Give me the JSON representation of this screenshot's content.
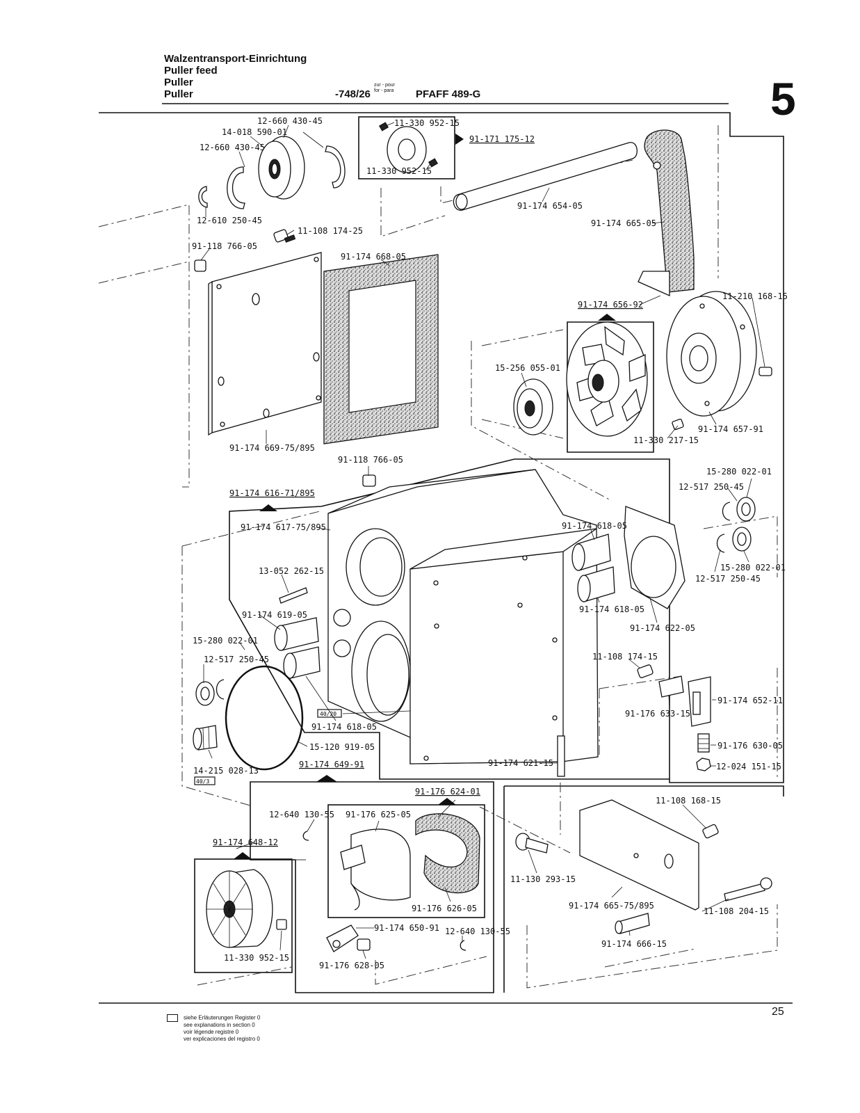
{
  "header": {
    "title_de": "Walzentransport-Einrichtung",
    "title_en": "Puller feed",
    "title_fr": "Puller",
    "title_es": "Puller",
    "code": "-748/26",
    "zur_pour": "zur - pour",
    "for_para": "for - para",
    "model": "PFAFF 489-G"
  },
  "section_number": "5",
  "page_number": "25",
  "footer": {
    "line1": "siehe Erläuterungen Register 0",
    "line2": "see explanations in section 0",
    "line3": "voir légende registre 0",
    "line4": "ver explicaciones del registro 0"
  },
  "diagram": {
    "badges": [
      "40/20",
      "40/3"
    ],
    "labels": [
      "12-660 430-45",
      "14-018 590-01",
      "12-660 430-45",
      "12-610 250-45",
      "11-330 952-15",
      "11-330 952-15",
      "91-171 175-12",
      "91-174 654-05",
      "91-174 665-05",
      "11-108 174-25",
      "91-118 766-05",
      "91-174 668-05",
      "91-174 656-92",
      "11-210 168-15",
      "15-256 055-01",
      "11-330 217-15",
      "91-174 657-91",
      "91-174 669-75/895",
      "91-118 766-05",
      "15-280 022-01",
      "12-517 250-45",
      "91-174 616-71/895",
      "91-174 617-75/895",
      "91-174 618-05",
      "15-280 022-01",
      "12-517 250-45",
      "13-052 262-15",
      "91-174 618-05",
      "91-174 622-05",
      "91-174 619-05",
      "15-280 022-01",
      "12-517 250-45",
      "11-108 174-15",
      "91-174 652-11",
      "91-176 633-15",
      "91-174 618-05",
      "15-120 919-05",
      "91-176 630-05",
      "14-215 028-13",
      "91-174 649-91",
      "91-174 621-15",
      "12-024 151-15",
      "91-176 624-01",
      "12-640 130-55",
      "91-176 625-05",
      "11-108 168-15",
      "91-174 648-12",
      "11-130 293-15",
      "91-176 626-05",
      "91-174 665-75/895",
      "11-108 204-15",
      "91-174 650-91",
      "12-640 130-55",
      "11-330 952-15",
      "91-176 628-05",
      "91-174 666-15"
    ]
  }
}
